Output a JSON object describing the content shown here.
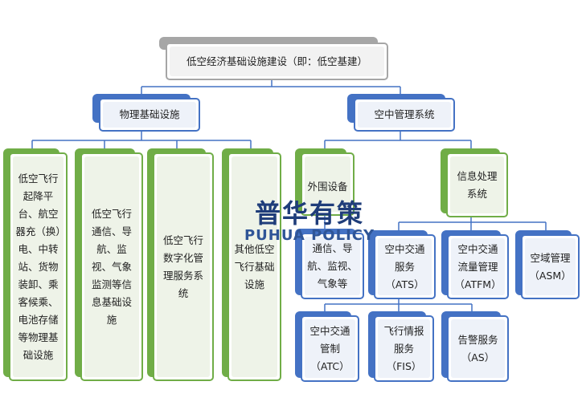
{
  "root": {
    "label": "低空经济基础设施建设（即：低空基建）"
  },
  "branches": {
    "physical": {
      "label": "物理基础设施"
    },
    "airspace": {
      "label": "空中管理系统"
    }
  },
  "physical_items": [
    {
      "label": "低空飞行起降平台、航空器充（换）电、中转站、货物装卸、乘客候乘、电池存储等物理基础设施"
    },
    {
      "label": "低空飞行通信、导航、监视、气象监测等信息基础设施"
    },
    {
      "label": "低空飞行数字化管理服务系统"
    },
    {
      "label": "其他低空飞行基础设施"
    }
  ],
  "airspace_items": {
    "peripheral": {
      "label": "外围设备"
    },
    "peripheral_detail": {
      "label": "通信、导航、监视、气象等"
    },
    "info_processing": {
      "label": "信息处理系统"
    }
  },
  "info_items": [
    {
      "label": "空中交通服务（ATS）"
    },
    {
      "label": "空中交通流量管理（ATFM）"
    },
    {
      "label": "空域管理（ASM）"
    }
  ],
  "ats_items": [
    {
      "label": "空中交通管制（ATC）"
    },
    {
      "label": "飞行情报服务（FIS）"
    },
    {
      "label": "告警服务（AS）"
    }
  ],
  "watermark": {
    "cn": "普华有策",
    "en": "PUHUA POLICY"
  },
  "colors": {
    "gray": "#a6a6a6",
    "blue": "#4472c4",
    "green": "#70ad47",
    "connector": "#4472c4"
  }
}
